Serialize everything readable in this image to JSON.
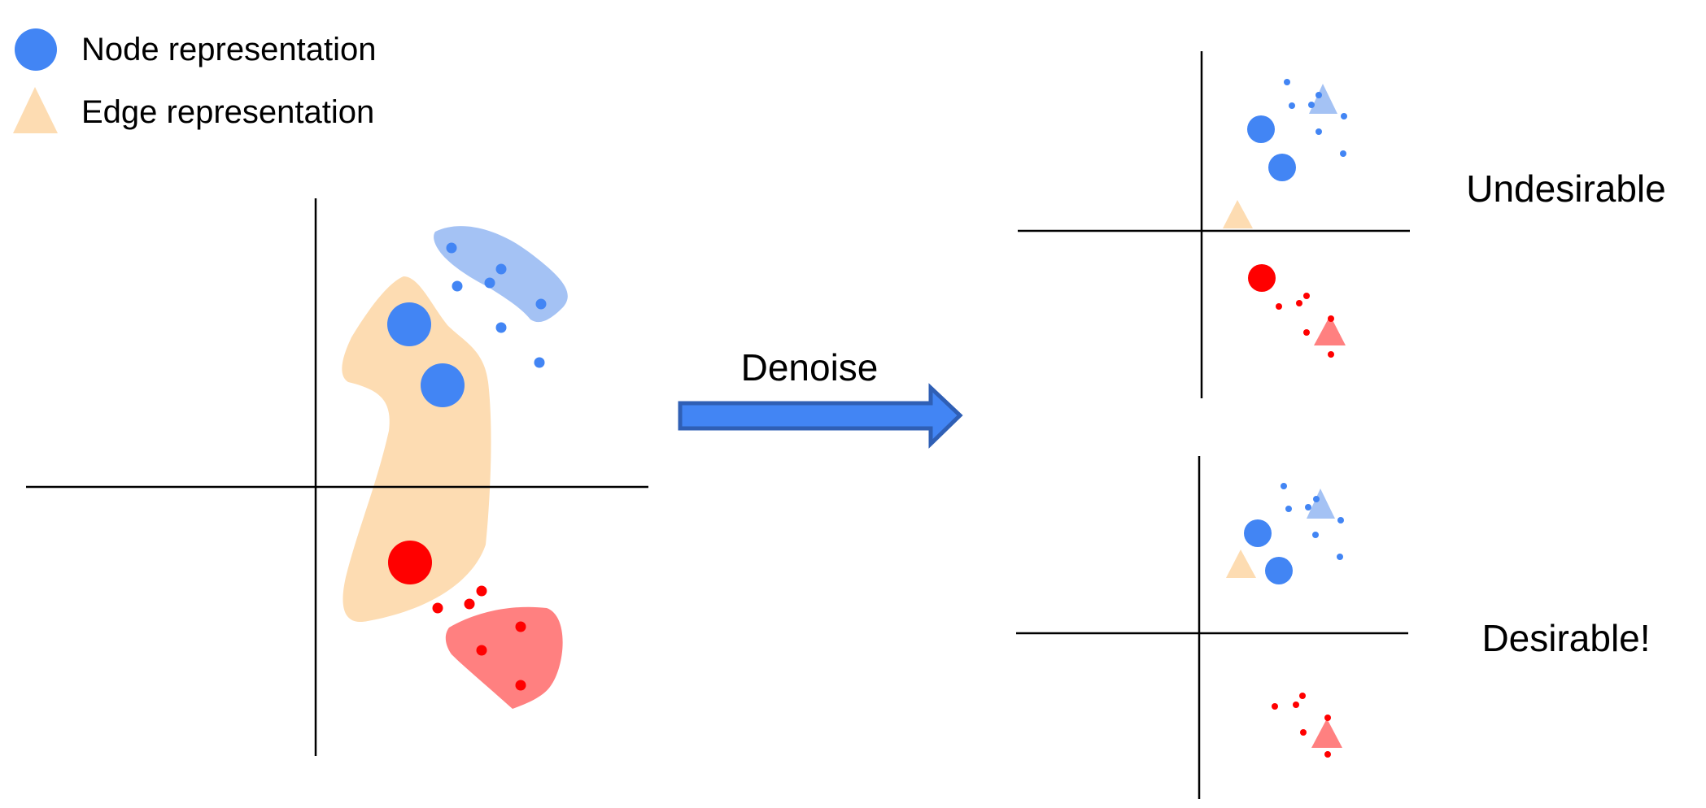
{
  "legend": {
    "items": [
      {
        "label": "Node representation",
        "marker": "circle",
        "color": "#4285f4"
      },
      {
        "label": "Edge representation",
        "marker": "triangle",
        "color": "#fddcb2"
      }
    ]
  },
  "arrow": {
    "label": "Denoise",
    "color": "#4285f4",
    "stroke": "#2f5fb5"
  },
  "outcomes": {
    "top": {
      "label": "Undesirable"
    },
    "bottom": {
      "label": "Desirable!"
    }
  },
  "colors": {
    "node_blue": "#4285f4",
    "light_blue_cluster": "#a4c2f4",
    "edge_orange": "#fddcb2",
    "node_red": "#ff0000",
    "light_red_cluster": "#ff8080",
    "axis": "#000000"
  }
}
